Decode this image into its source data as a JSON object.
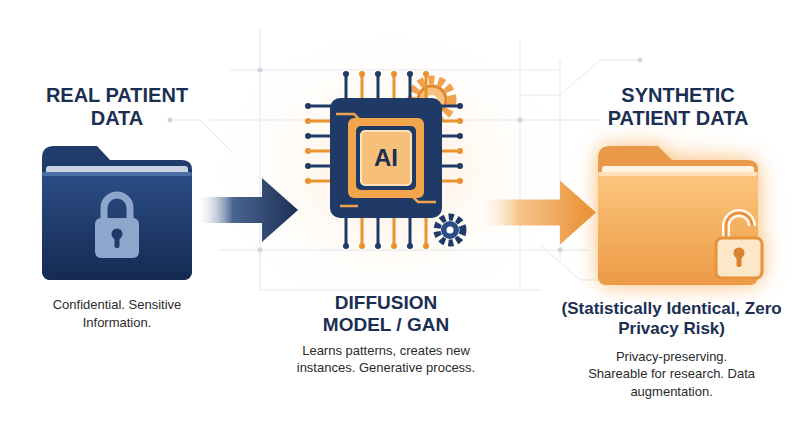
{
  "diagram": {
    "nodes": [
      {
        "text": [
          "REAL PATIENT DATA",
          "Confidential. Sensitive Information."
        ]
      },
      {
        "text": [
          "AI",
          "DIFFUSION MODEL / GAN",
          "Learns patterns, creates new instances. Generative process."
        ]
      },
      {
        "text": [
          "SYNTHETIC PATIENT DATA",
          "(Statistically Identical, Zero Privacy Risk)",
          "Privacy-preserving. Shareable for research. Data augmentation."
        ]
      }
    ],
    "edges": [
      {
        "from": 0,
        "to": 1,
        "arrow": "to"
      },
      {
        "from": 1,
        "to": 2,
        "arrow": "to"
      }
    ]
  }
}
